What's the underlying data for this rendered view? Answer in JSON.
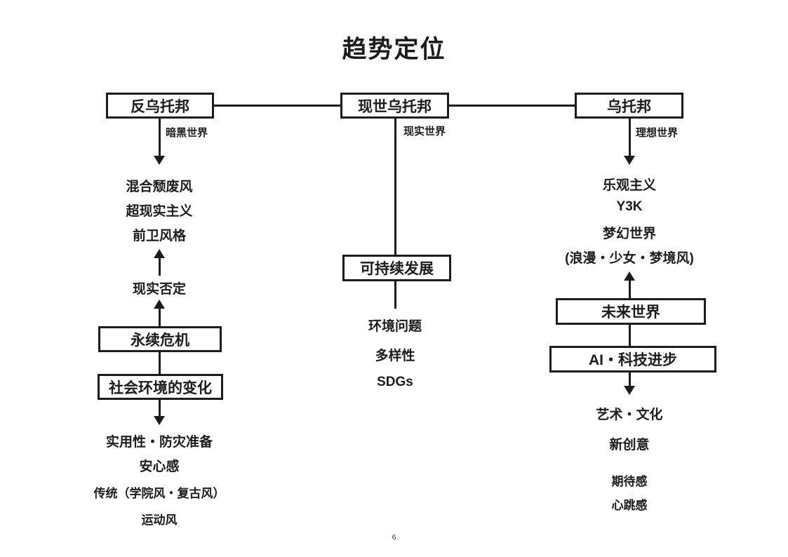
{
  "title": "趋势定位",
  "page_number": "6",
  "colors": {
    "ink": "#1c1c1c",
    "background": "#ffffff"
  },
  "top_row": {
    "dystopia": {
      "label": "反乌托邦",
      "sublabel": "暗黑世界"
    },
    "present_utopia": {
      "label": "现世乌托邦",
      "sublabel": "现实世界"
    },
    "utopia": {
      "label": "乌托邦",
      "sublabel": "理想世界"
    }
  },
  "left_column": {
    "style_items": [
      "混合颓废风",
      "超现实主义",
      "前卫风格"
    ],
    "reality_denial": "现实否定",
    "crisis_box": "永续危机",
    "social_change_box": "社会环境的变化",
    "needs": [
      "实用性・防灾准备",
      "安心感"
    ],
    "needs_small": [
      "传统（学院风・复古风）",
      "运动风"
    ]
  },
  "middle_column": {
    "sustainability_box": "可持续发展",
    "topics": [
      "环境问题",
      "多样性",
      "SDGs"
    ]
  },
  "right_column": {
    "mood_items": [
      "乐观主义",
      "Y3K",
      "梦幻世界",
      "(浪漫・少女・梦境风)"
    ],
    "future_world_box": "未来世界",
    "ai_tech_box": "AI・科技进步",
    "outcomes": [
      "艺术・文化",
      "新创意"
    ],
    "outcomes_small": [
      "期待感",
      "心跳感"
    ]
  }
}
